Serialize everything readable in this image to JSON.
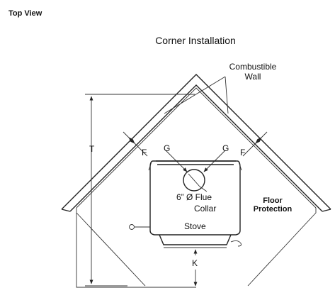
{
  "header": {
    "title": "Top View"
  },
  "diagram": {
    "caption": "Corner Installation",
    "wall_label_line1": "Combustible",
    "wall_label_line2": "Wall",
    "dim_T": "T",
    "dim_F_left": "F",
    "dim_F_right": "F",
    "dim_G_left": "G",
    "dim_G_right": "G",
    "dim_K": "K",
    "flue_line1": "6” Ø Flue",
    "flue_line2": "Collar",
    "floor_line1": "Floor",
    "floor_line2": "Protection",
    "stove_label": "Stove"
  }
}
